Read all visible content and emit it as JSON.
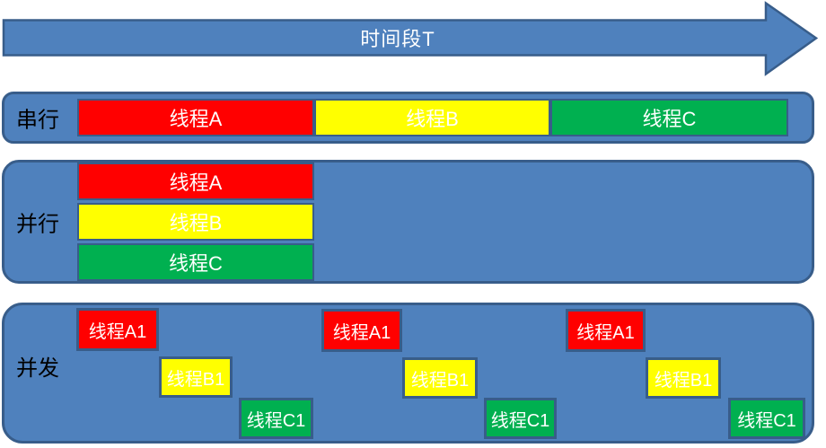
{
  "arrow": {
    "label": "时间段T"
  },
  "rows": {
    "serial": {
      "label": "串行",
      "blocks": [
        {
          "label": "线程A",
          "color": "#FF0000"
        },
        {
          "label": "线程B",
          "color": "#FFFF00"
        },
        {
          "label": "线程C",
          "color": "#00B050"
        }
      ]
    },
    "parallel": {
      "label": "并行",
      "blocks": [
        {
          "label": "线程A",
          "color": "#FF0000"
        },
        {
          "label": "线程B",
          "color": "#FFFF00"
        },
        {
          "label": "线程C",
          "color": "#00B050"
        }
      ]
    },
    "concurrent": {
      "label": "并发",
      "groups": [
        {
          "blocks": [
            {
              "label": "线程A1",
              "color": "#FF0000"
            },
            {
              "label": "线程B1",
              "color": "#FFFF00"
            },
            {
              "label": "线程C1",
              "color": "#00B050"
            }
          ]
        },
        {
          "blocks": [
            {
              "label": "线程A1",
              "color": "#FF0000"
            },
            {
              "label": "线程B1",
              "color": "#FFFF00"
            },
            {
              "label": "线程C1",
              "color": "#00B050"
            }
          ]
        },
        {
          "blocks": [
            {
              "label": "线程A1",
              "color": "#FF0000"
            },
            {
              "label": "线程B1",
              "color": "#FFFF00"
            },
            {
              "label": "线程C1",
              "color": "#00B050"
            }
          ]
        }
      ]
    }
  },
  "colors": {
    "panel_fill": "#4F81BD",
    "panel_border": "#385D8A",
    "thread_a_red": "#FF0000",
    "thread_b_yellow": "#FFFF00",
    "thread_c_green": "#00B050",
    "block_text": "#FFFFFF",
    "row_label_text": "#000000"
  }
}
